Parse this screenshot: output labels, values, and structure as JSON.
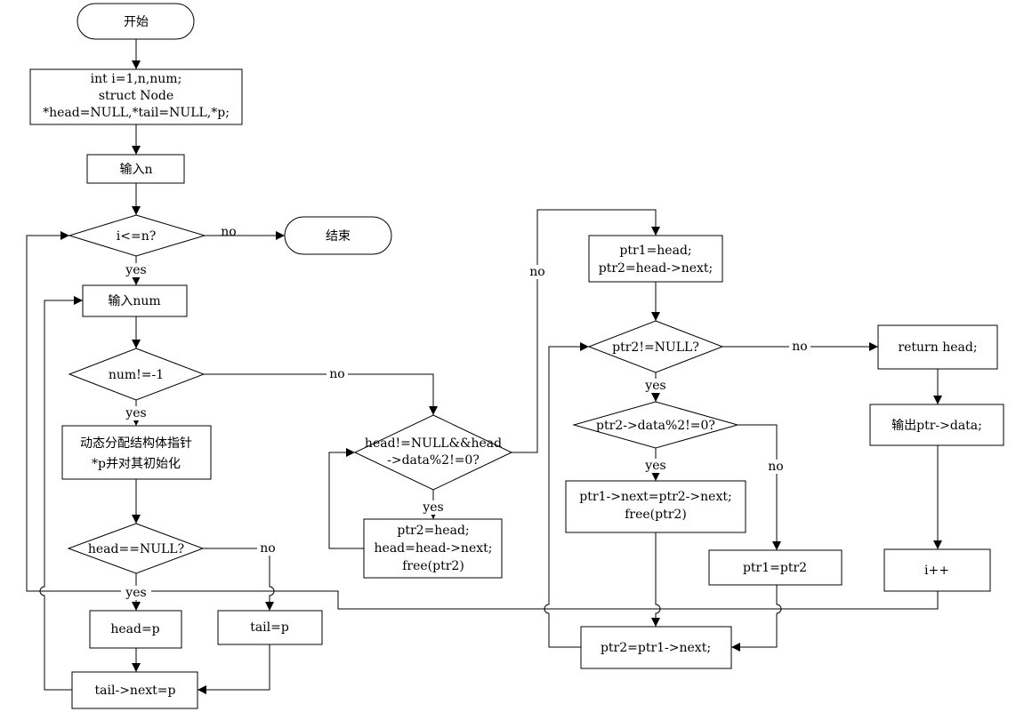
{
  "nodes": {
    "start": "开始",
    "decl1": "int i=1,n,num;",
    "decl2": "struct Node",
    "decl3": "*head=NULL,*tail=NULL,*p;",
    "input_n": "输入n",
    "cond_i": "i<=n?",
    "end": "结束",
    "input_num": "输入num",
    "cond_num": "num!=-1",
    "alloc1": "动态分配结构体指针",
    "alloc2": "*p并对其初始化",
    "cond_head_null": "head==NULL?",
    "head_eq_p": "head=p",
    "tail_eq_p": "tail=p",
    "tail_next": "tail->next=p",
    "cond_odd1": "head!=NULL&&head",
    "cond_odd2": "->data%2!=0?",
    "del_head1": "ptr2=head;",
    "del_head2": "head=head->next;",
    "del_head3": "free(ptr2)",
    "init_ptr1": "ptr1=head;",
    "init_ptr2": "ptr2=head->next;",
    "cond_ptr2": "ptr2!=NULL?",
    "cond_data": "ptr2->data%2!=0?",
    "del_mid1": "ptr1->next=ptr2->next;",
    "del_mid2": "free(ptr2)",
    "ptr1_eq": "ptr1=ptr2",
    "ptr2_next": "ptr2=ptr1->next;",
    "ret": "return head;",
    "output": "输出ptr->data;",
    "incr": "i++"
  },
  "labels": {
    "yes": "yes",
    "no": "no"
  }
}
